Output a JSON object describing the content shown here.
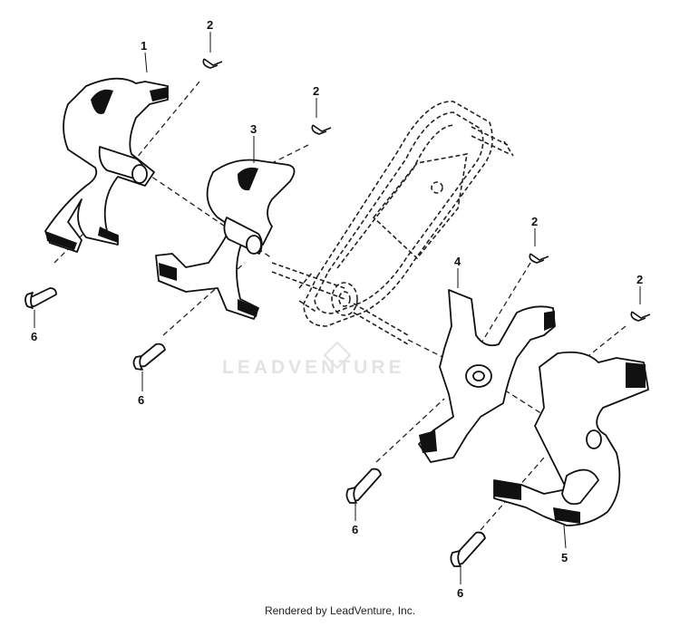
{
  "diagram": {
    "callouts": {
      "c1": "1",
      "c2a": "2",
      "c2b": "2",
      "c2c": "2",
      "c2d": "2",
      "c3": "3",
      "c4": "4",
      "c5": "5",
      "c6a": "6",
      "c6b": "6",
      "c6c": "6",
      "c6d": "6"
    },
    "watermark": "LEADVENTURE",
    "footer": "Rendered by LeadVenture, Inc."
  }
}
